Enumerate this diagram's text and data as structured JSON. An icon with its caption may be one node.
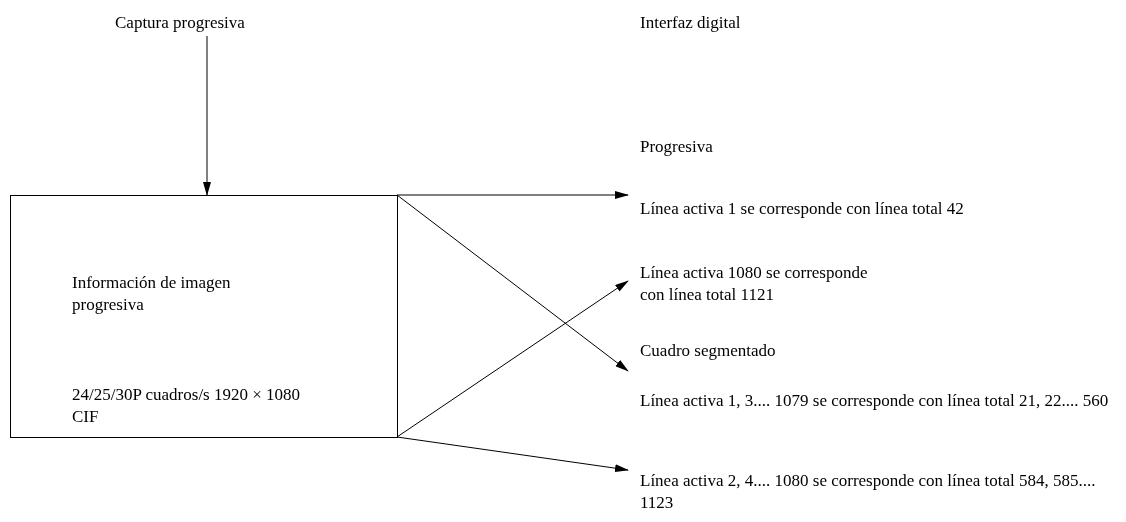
{
  "diagram": {
    "nodes": [
      {
        "text": [
          "Captura progresiva"
        ]
      },
      {
        "text": [
          "Información de imagen progresiva",
          "24/25/30P cuadros/s 1920 × 1080 CIF"
        ]
      },
      {
        "text": [
          "Línea activa 1 se corresponde con línea total 42"
        ]
      },
      {
        "text": [
          "Línea activa 1080 se corresponde con línea total 1121"
        ]
      },
      {
        "text": [
          "Línea activa 1, 3.... 1079 se corresponde con línea total 21, 22.... 560"
        ]
      },
      {
        "text": [
          "Línea activa 2, 4.... 1080 se corresponde con línea total 584, 585.... 1123"
        ]
      }
    ],
    "edges": [
      {
        "from": 0,
        "to": 1,
        "arrow": "to"
      },
      {
        "from": 1,
        "to": 2,
        "arrow": "to"
      },
      {
        "from": 1,
        "to": 3,
        "arrow": "to"
      },
      {
        "from": 1,
        "to": 4,
        "arrow": "to"
      },
      {
        "from": 1,
        "to": 5,
        "arrow": "to"
      }
    ],
    "labels": [
      "Interfaz digital",
      "Progresiva",
      "Cuadro segmentado"
    ]
  }
}
